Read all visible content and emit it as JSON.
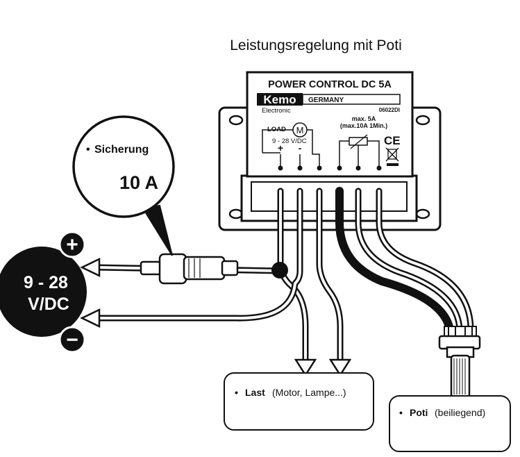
{
  "title": "Leistungsregelung mit Poti",
  "module": {
    "product_name": "POWER CONTROL DC 5A",
    "brand": "Kemo",
    "country": "GERMANY",
    "brand_sub": "Electronic",
    "part_number": "06022DI",
    "load_label": "LOAD",
    "motor_symbol": "M",
    "voltage_range": "9 - 28 V/DC",
    "plus_sign": "+",
    "minus_sign": "-",
    "max_rating_line1": "max. 5A",
    "max_rating_line2": "(max.10A 1Min.)",
    "ce_mark": "CE"
  },
  "fuse_bubble": {
    "bullet": "•",
    "label": "Sicherung",
    "value": "10 A"
  },
  "power_source": {
    "plus": "+",
    "minus": "−",
    "voltage_line1": "9 - 28",
    "voltage_line2": "V/DC"
  },
  "load_box": {
    "bullet": "•",
    "label_bold": "Last",
    "label_rest": "(Motor, Lampe...)"
  },
  "poti_box": {
    "bullet": "•",
    "label_bold": "Poti",
    "label_rest": "(beiliegend)"
  },
  "colors": {
    "line": "#111111",
    "fill_dark": "#111111",
    "background": "#ffffff"
  }
}
